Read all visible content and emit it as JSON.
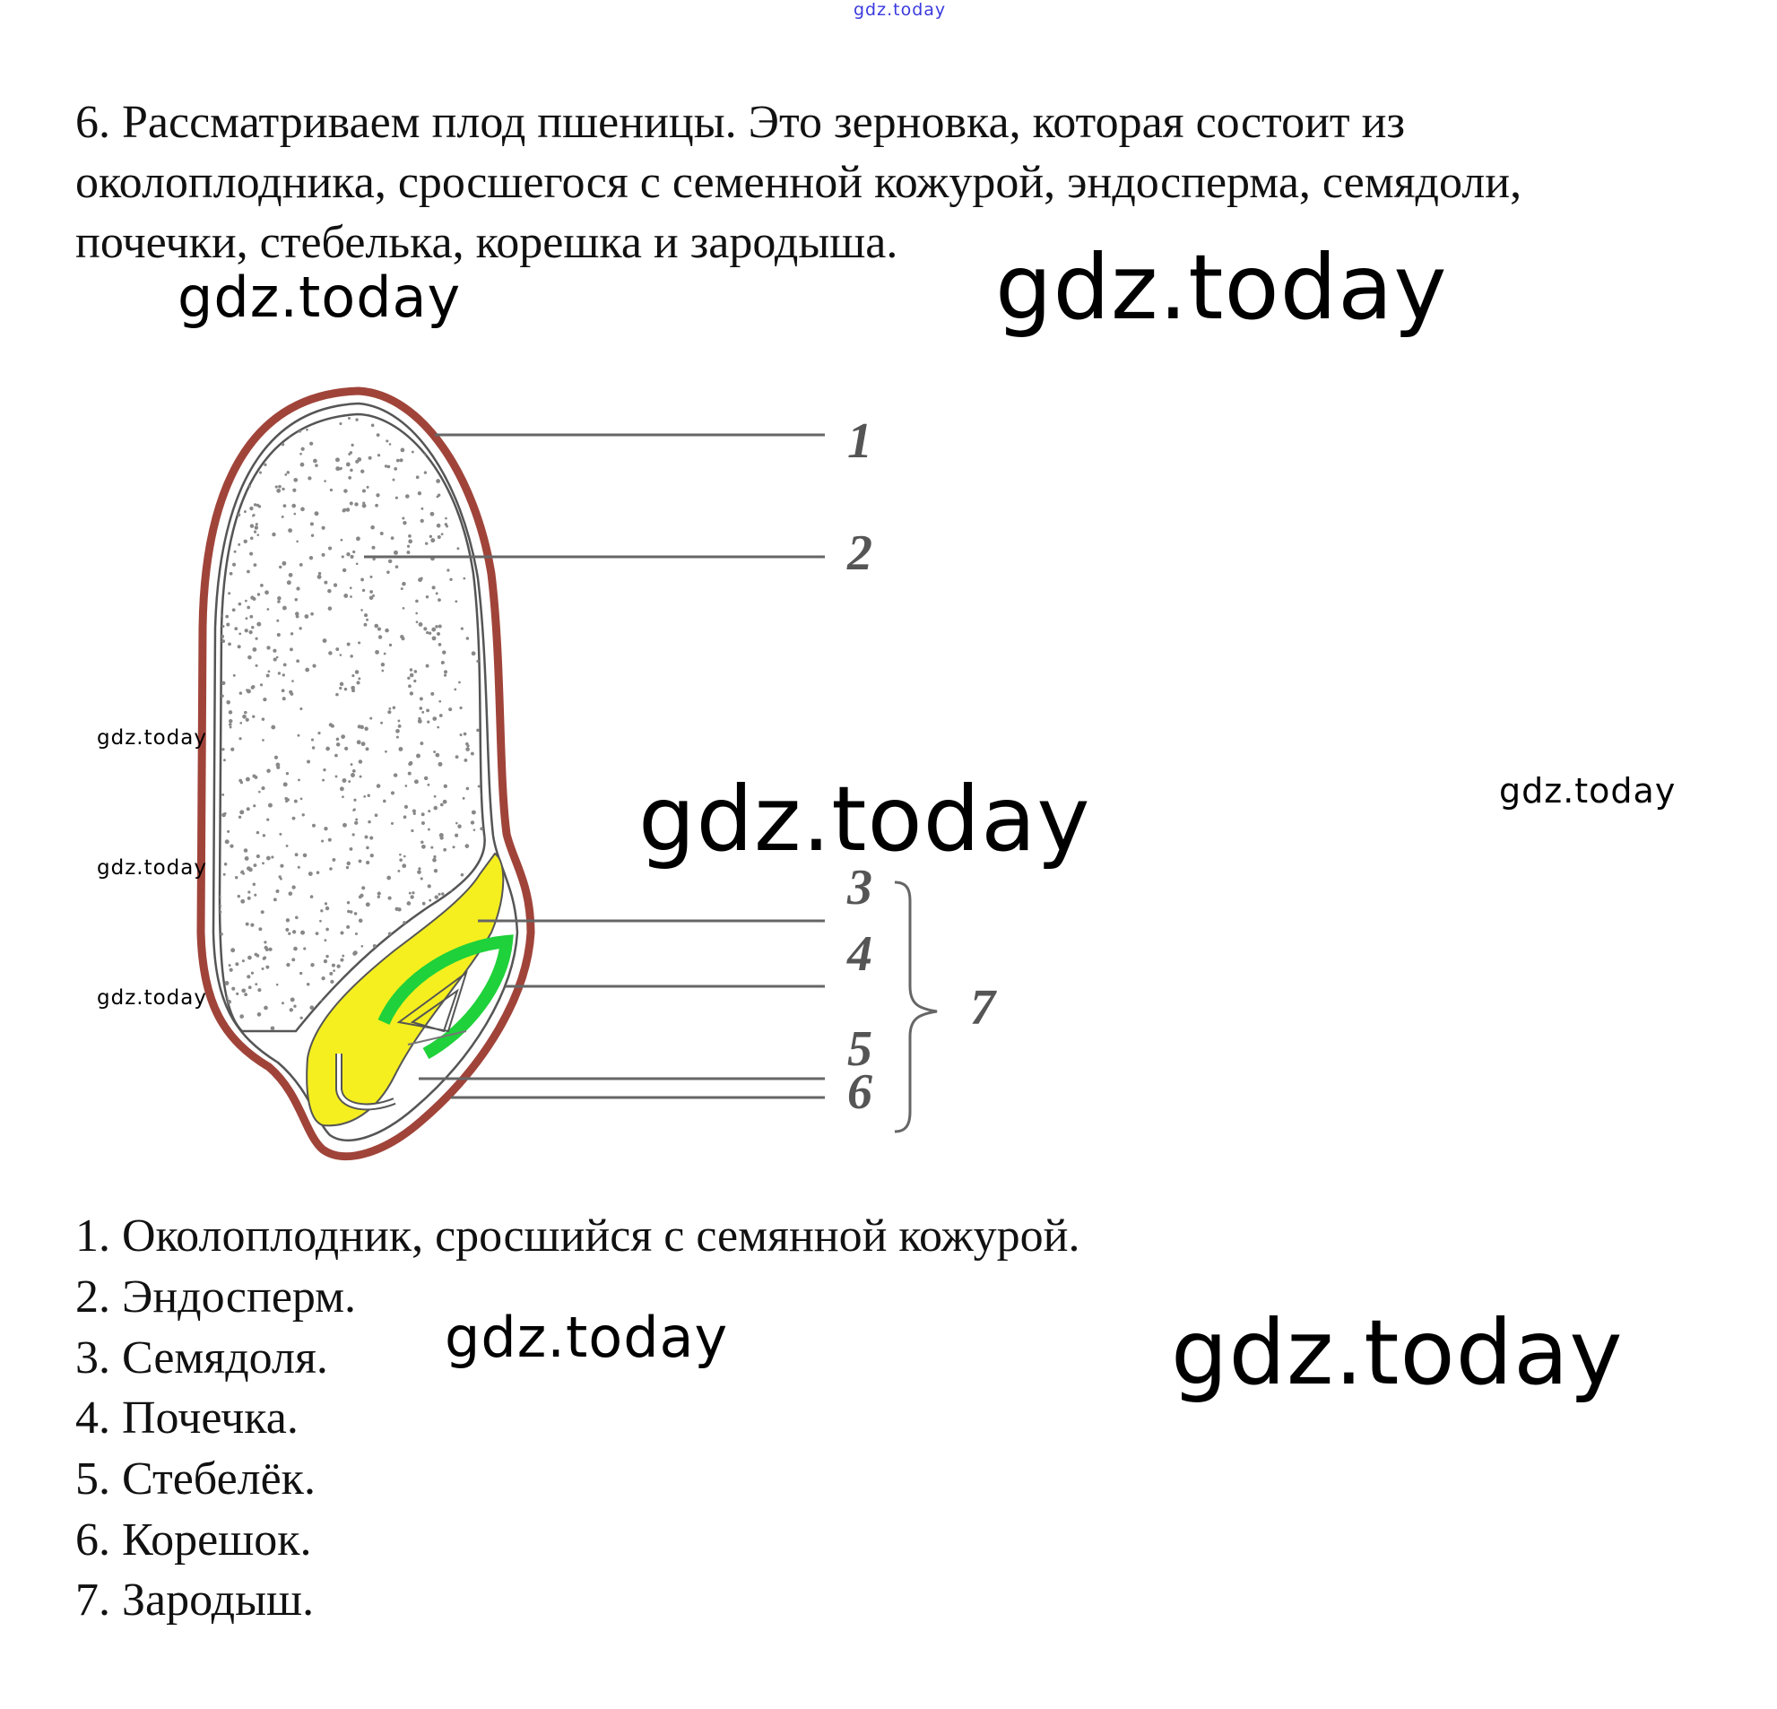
{
  "header_watermark": "gdz.today",
  "task": {
    "lines": [
      "6. Рассматриваем плод пшеницы. Это зерновка, которая состоит из",
      "околоплодника, сросшегося с семенной кожурой, эндосперма, семядоли,",
      "почечки, стебелька, корешка и зародыша."
    ]
  },
  "diagram": {
    "labels": [
      "1",
      "2",
      "3",
      "4",
      "5",
      "6",
      "7"
    ],
    "colors": {
      "pericarp": "#a0443a",
      "cotyledon": "#f5ef1f",
      "bud": "#1fd13a",
      "leader": "#666666"
    }
  },
  "answers": [
    "1. Околоплодник, сросшийся с семянной кожурой.",
    "2. Эндосперм.",
    "3. Семядоля.",
    "4. Почечка.",
    "5. Стебелёк.",
    "6. Корешок.",
    "7. Зародыш."
  ],
  "watermarks": [
    "gdz.today",
    "gdz.today",
    "gdz.today",
    "gdz.today",
    "gdz.today",
    "gdz.today",
    "gdz.today",
    "gdz.today",
    "gdz.today"
  ]
}
